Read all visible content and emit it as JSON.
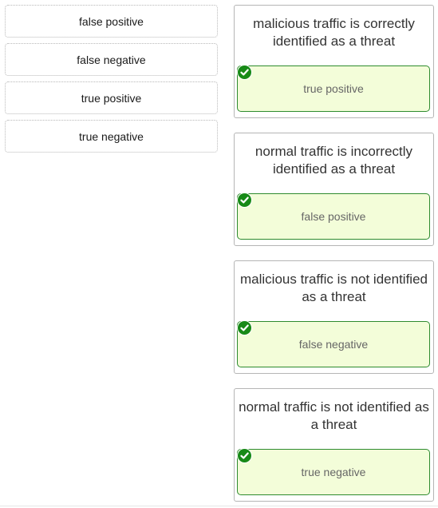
{
  "options": [
    {
      "label": "false positive"
    },
    {
      "label": "false negative"
    },
    {
      "label": "true positive"
    },
    {
      "label": "true negative"
    }
  ],
  "targets": [
    {
      "prompt": "malicious traffic is correctly identified as a threat",
      "answer": "true positive",
      "status_icon": "check-icon",
      "status_color": "#178a17"
    },
    {
      "prompt": "normal traffic is incorrectly identified as a threat",
      "answer": "false positive",
      "status_icon": "check-icon",
      "status_color": "#178a17"
    },
    {
      "prompt": "malicious traffic is not identified as a threat",
      "answer": "false negative",
      "status_icon": "check-icon",
      "status_color": "#178a17"
    },
    {
      "prompt": "normal traffic is not identified as a threat",
      "answer": "true negative",
      "status_icon": "check-icon",
      "status_color": "#178a17"
    }
  ],
  "colors": {
    "dropzone_background": "#f3fdd9",
    "dropzone_border": "#2e8b2e",
    "correct": "#178a17"
  }
}
